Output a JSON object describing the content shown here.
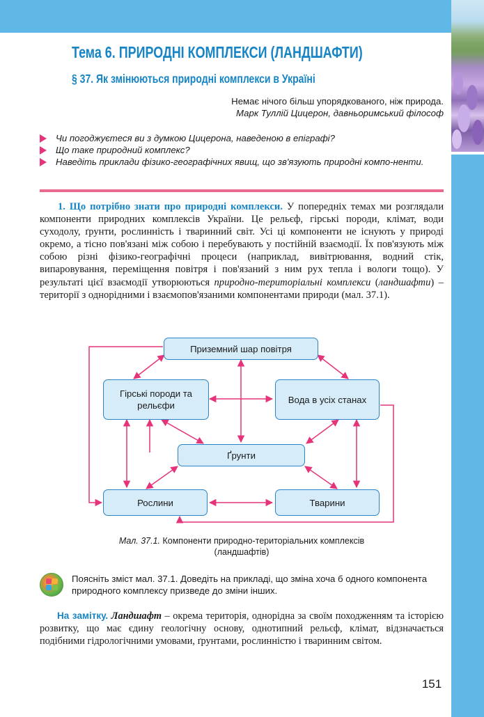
{
  "header": {
    "topic_title": "Тема 6. ПРИРОДНІ КОМПЛЕКСИ (ЛАНДШАФТИ)",
    "section_title": "§ 37. Як змінюються природні комплекси в Україні"
  },
  "epigraph": {
    "quote": "Немає нічого більш упорядкованого, ніж природа.",
    "author": "Марк Туллій Цицерон, давньоримський філософ"
  },
  "questions": [
    "Чи погоджуєтеся ви з думкою Цицерона, наведеною в епіграфі?",
    "Що таке природний комплекс?",
    "Наведіть приклади фізико-географічних явищ, що зв'язують природні компо-ненти."
  ],
  "main": {
    "heading": "1. Що потрібно знати про природні комплекси.",
    "text_1": " У попередніх темах ми розглядали компоненти природних комплексів України. Це рельєф, гірські породи, клімат, води суходолу, ґрунти, рослинність і тваринний світ. Усі ці компоненти не існують у природі окремо, а тісно пов'язані між собою і перебувають у постійній взаємодії. Їх пов'язують між собою різні фізико-географічні процеси (наприклад, вивітрювання, водний стік, випаровування, переміщення повітря і пов'язаний з ним рух тепла і вологи тощо). У результаті цієї взаємодії утворюються ",
    "term_1": "природно-територіальні комплекси",
    "text_2": " (",
    "term_2": "ландшафти",
    "text_3": ") – території з однорідними і взаємопов'язаними компонентами природи (мал. 37.1)."
  },
  "diagram": {
    "boxes": {
      "air": "Приземний шар повітря",
      "rocks": "Гірські породи та рельєфи",
      "water": "Вода в усіх станах",
      "soils": "Ґрунти",
      "plants": "Рослини",
      "animals": "Тварини"
    },
    "arrow_color": "#e6347a",
    "box_border_color": "#2a84c8",
    "box_fill_color": "#d6ecf8",
    "caption_label": "Мал. 37.1.",
    "caption_text": " Компоненти природно-територіальних комплексів (ландшафтів)"
  },
  "task": {
    "icon": "puzzle-icon",
    "text": "Поясніть зміст мал. 37.1. Доведіть на прикладі, що зміна хоча б одного компонента природного комплексу призведе до зміни інших."
  },
  "note": {
    "label": "На замітку.",
    "term": "Ландшафт",
    "text": " – окрема територія, однорідна за своїм походженням та історією розвитку, що має єдину геологічну основу, однотипний рельєф, клімат, відзначається подібними гідрологічними умовами, ґрунтами, рослинністю і тваринним світом."
  },
  "page_number": "151",
  "colors": {
    "accent_blue": "#1785c5",
    "band_blue": "#5fb8e6",
    "accent_pink": "#e6347a"
  }
}
